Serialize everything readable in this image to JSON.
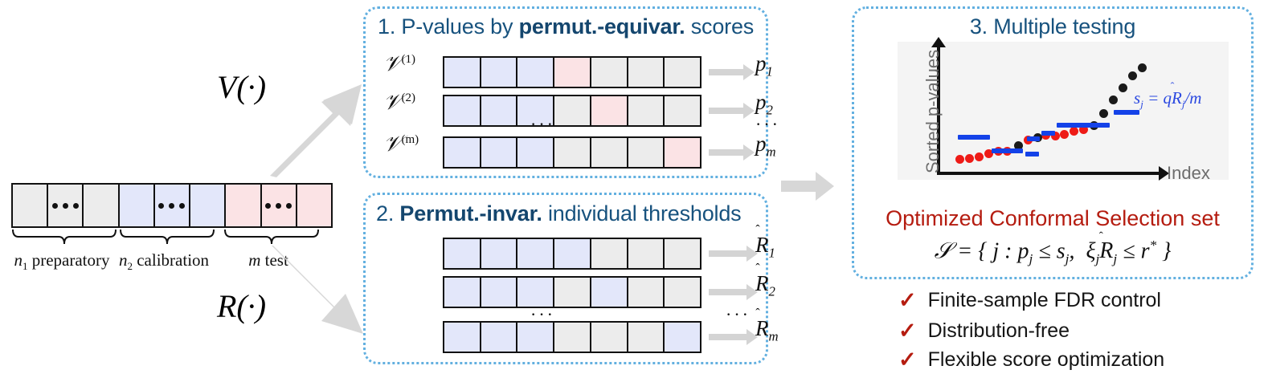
{
  "figure": {
    "title_panel1": {
      "prefix": "1. P-values by ",
      "bold": "permut.-equivar.",
      "suffix": " scores"
    },
    "title_panel2": {
      "prefix": "2. ",
      "bold": "Permut.-invar.",
      "suffix": " individual thresholds"
    },
    "title_panel3": "3. Multiple testing"
  },
  "colors": {
    "panel_border": "#63b0e0",
    "heading_blue": "#17527e",
    "accent_red": "#b51c10",
    "segment_blue": "#1442e8",
    "dot_red": "#ee1b17",
    "dot_black": "#1a1a1a",
    "cell_gray": "#ececec",
    "cell_blue": "#e3e7fa",
    "cell_pink": "#fbe3e5",
    "arrow_gray": "#d7d7d7",
    "plot_bg": "#f4f4f4"
  },
  "data_strip": {
    "name": "data-split-strip",
    "cells": [
      {
        "fill": "gray"
      },
      {
        "fill": "gray",
        "dots": true
      },
      {
        "fill": "gray"
      },
      {
        "fill": "blue"
      },
      {
        "fill": "blue",
        "dots": true
      },
      {
        "fill": "blue"
      },
      {
        "fill": "pink"
      },
      {
        "fill": "pink",
        "dots": true
      },
      {
        "fill": "pink"
      }
    ],
    "group_labels": [
      {
        "sym": "n",
        "subscript": "1",
        "text": " preparatory"
      },
      {
        "sym": "n",
        "subscript": "2",
        "text": " calibration"
      },
      {
        "sym": "m",
        "subscript": "",
        "text": " test"
      }
    ]
  },
  "transforms": [
    {
      "label": "V(·)",
      "sym": "𝒱",
      "target": "panel-1"
    },
    {
      "label": "R(·)",
      "sym": "ℛ",
      "target": "panel-2"
    }
  ],
  "panel1": {
    "rows": [
      {
        "label_base": "V",
        "label_sup": "(1)",
        "cells": [
          "blue",
          "blue",
          "blue",
          "pink",
          "gray",
          "gray",
          "gray"
        ],
        "output_base": "p",
        "output_sub": "1"
      },
      {
        "label_base": "V",
        "label_sup": "(2)",
        "cells": [
          "blue",
          "blue",
          "blue",
          "gray",
          "pink",
          "gray",
          "gray"
        ],
        "output_base": "p",
        "output_sub": "2"
      },
      {
        "label_base": "V",
        "label_sup": "(m)",
        "cells": [
          "blue",
          "blue",
          "blue",
          "gray",
          "gray",
          "gray",
          "pink"
        ],
        "output_base": "p",
        "output_sub": "m"
      }
    ],
    "ellipsis": "···"
  },
  "panel2": {
    "rows": [
      {
        "cells": [
          "blue",
          "blue",
          "blue",
          "blue",
          "gray",
          "gray",
          "gray"
        ],
        "output_base": "R",
        "output_sub": "1"
      },
      {
        "cells": [
          "blue",
          "blue",
          "blue",
          "gray",
          "blue",
          "gray",
          "gray"
        ],
        "output_base": "R",
        "output_sub": "2"
      },
      {
        "cells": [
          "blue",
          "blue",
          "blue",
          "gray",
          "gray",
          "gray",
          "blue"
        ],
        "output_base": "R",
        "output_sub": "m"
      }
    ],
    "ellipsis": "···"
  },
  "panel3": {
    "red_heading": "Optimized Conformal Selection set",
    "set_formula": "𝒮 = { j : pⱼ ≤ sⱼ,  ξⱼR̂ⱼ ≤ r* }",
    "threshold_formula": "sⱼ = q R̂ⱼ / m"
  },
  "chart_data": {
    "type": "scatter",
    "title": "3. Multiple testing",
    "xlabel": "Index",
    "ylabel": "Sorted p-values",
    "grid": false,
    "legend": "none",
    "annotations": [
      {
        "text": "s_j = q R_j / m",
        "color": "#2a48e0"
      }
    ],
    "xlim": [
      0,
      16
    ],
    "ylim": [
      0,
      1
    ],
    "series": [
      {
        "name": "selected p-values (below threshold)",
        "color": "#ee1b17",
        "marker": "circle",
        "x": [
          1.0,
          1.7,
          2.4,
          3.1,
          3.8,
          4.5,
          6.0,
          7.3,
          8.0,
          8.7,
          9.4,
          10.1
        ],
        "y": [
          0.085,
          0.095,
          0.105,
          0.135,
          0.15,
          0.15,
          0.245,
          0.285,
          0.275,
          0.29,
          0.315,
          0.33
        ]
      },
      {
        "name": "unselected p-values",
        "color": "#1a1a1a",
        "marker": "circle",
        "x": [
          5.3,
          6.7,
          10.9,
          11.6,
          12.3,
          13.0,
          13.7,
          14.4
        ],
        "y": [
          0.2,
          0.265,
          0.36,
          0.455,
          0.565,
          0.665,
          0.76,
          0.83
        ]
      },
      {
        "name": "thresholds s_j",
        "color": "#1442e8",
        "marker": "hline",
        "segments": [
          {
            "x0": 0.8,
            "x1": 3.2,
            "y": 0.285
          },
          {
            "x0": 3.3,
            "x1": 5.6,
            "y": 0.175
          },
          {
            "x0": 5.8,
            "x1": 6.8,
            "y": 0.15
          },
          {
            "x0": 5.9,
            "x1": 6.9,
            "y": 0.275
          },
          {
            "x0": 7.0,
            "x1": 8.0,
            "y": 0.32
          },
          {
            "x0": 8.1,
            "x1": 12.0,
            "y": 0.385
          },
          {
            "x0": 12.3,
            "x1": 14.2,
            "y": 0.49
          }
        ]
      }
    ]
  },
  "benefits": [
    {
      "icon": "check-icon",
      "text": "Finite-sample FDR control"
    },
    {
      "icon": "check-icon",
      "text": "Distribution-free"
    },
    {
      "icon": "check-icon",
      "text": "Flexible score optimization"
    }
  ]
}
